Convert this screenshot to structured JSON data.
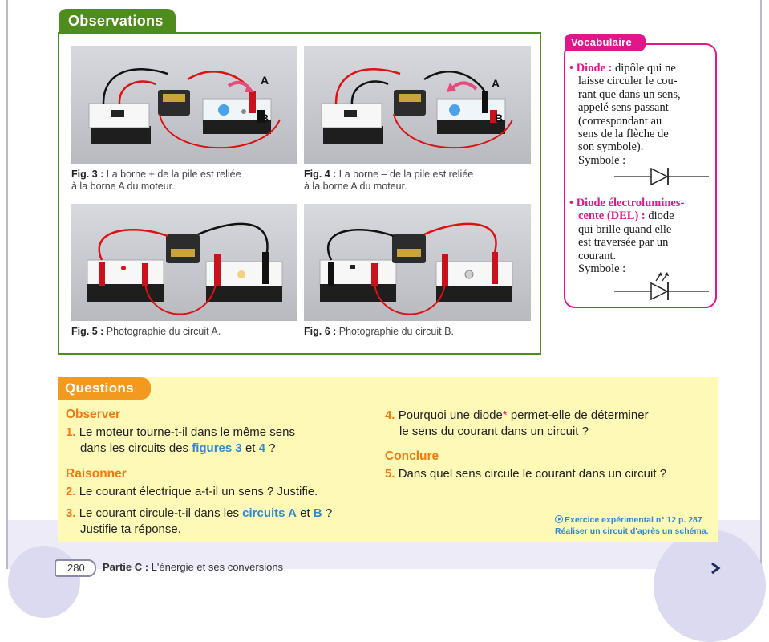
{
  "observations": {
    "title": "Observations",
    "figures": [
      {
        "label": "Fig. 3 :",
        "text": "La borne + de la pile est reliée",
        "text2": "à la borne A du moteur."
      },
      {
        "label": "Fig. 4 :",
        "text": "La borne – de la pile est reliée",
        "text2": "à la borne A du moteur."
      },
      {
        "label": "Fig. 5 :",
        "text": "Photographie du circuit A."
      },
      {
        "label": "Fig. 6 :",
        "text": "Photographie du circuit B."
      }
    ],
    "photo_labels": {
      "a": "A",
      "b": "B"
    }
  },
  "vocabulary": {
    "title": "Vocabulaire",
    "entries": [
      {
        "term": "Diode :",
        "lines": [
          "dipôle qui ne",
          "laisse circuler le cou-",
          "rant que dans un sens,",
          "appelé sens passant",
          "(correspondant au",
          "sens de la flèche de",
          "son symbole)."
        ],
        "symbol_label": "Symbole :"
      },
      {
        "term_line1": "Diode électrolumines-",
        "term_line2": "cente (DEL) :",
        "lines_after": "diode",
        "lines": [
          "qui brille quand elle",
          "est traversée par un",
          "courant."
        ],
        "symbol_label": "Symbole :"
      }
    ]
  },
  "questions": {
    "title": "Questions",
    "sections": {
      "observer": "Observer",
      "raisonner": "Raisonner",
      "conclure": "Conclure"
    },
    "q1": {
      "num": "1.",
      "a": "Le moteur tourne-t-il dans le même sens",
      "b": "dans les circuits des",
      "link": "figures 3",
      "c": "et",
      "link2": "4",
      "d": "?"
    },
    "q2": {
      "num": "2.",
      "text": "Le courant électrique a-t-il un sens ? Justifie."
    },
    "q3": {
      "num": "3.",
      "a": "Le courant circule-t-il dans les",
      "link": "circuits A",
      "c": "et",
      "link2": "B",
      "d": "?",
      "line2": "Justifie ta réponse."
    },
    "q4": {
      "num": "4.",
      "a": "Pourquoi une diode",
      "star": "*",
      "b": "permet-elle de déterminer",
      "line2": "le sens du courant dans un circuit ?"
    },
    "q5": {
      "num": "5.",
      "text": "Dans quel sens circule le courant dans un circuit ?"
    },
    "exercise_line1": "Exercice expérimental n° 12 p. 287",
    "exercise_line2": "Réaliser un circuit d'après un schéma."
  },
  "footer": {
    "page": "280",
    "part": "Partie C :",
    "part_title": "L'énergie et ses conversions"
  }
}
